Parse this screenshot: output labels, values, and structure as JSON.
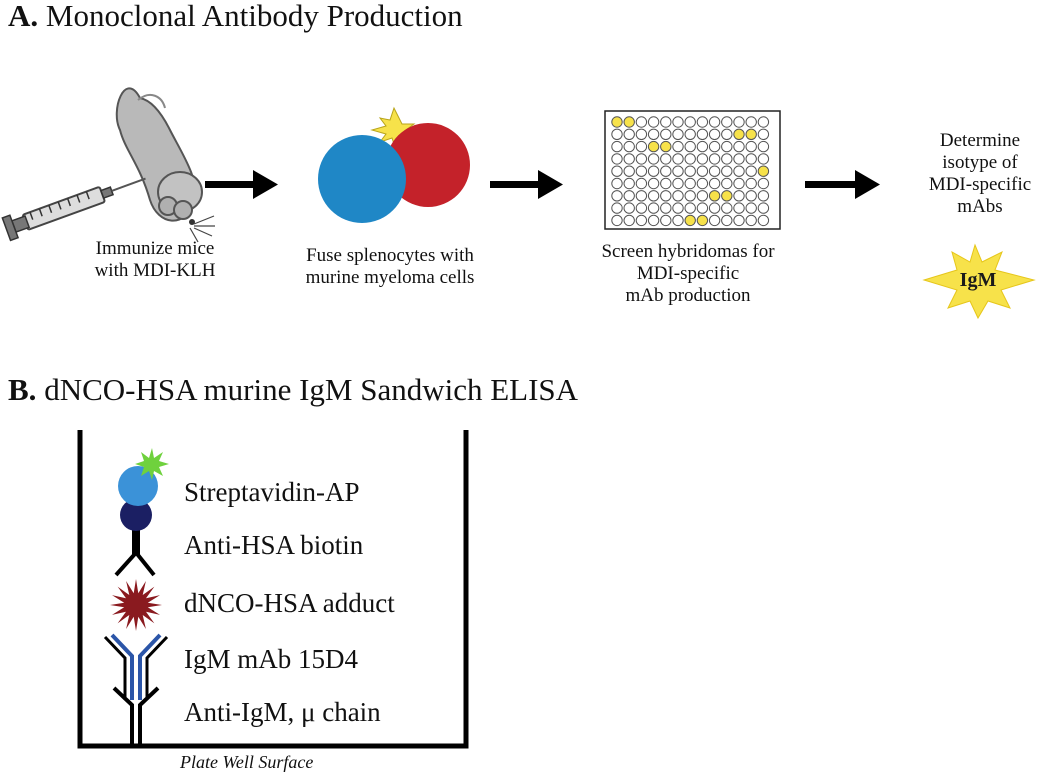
{
  "panel_a": {
    "letter": "A.",
    "title": "Monoclonal Antibody Production",
    "steps": [
      {
        "lines": [
          "Immunize mice",
          "with MDI-KLH"
        ]
      },
      {
        "lines": [
          "Fuse splenocytes with",
          "murine myeloma cells"
        ]
      },
      {
        "lines": [
          "Screen hybridomas for",
          "MDI-specific",
          "mAb production"
        ]
      },
      {
        "lines": [
          "Determine",
          "isotype of",
          "MDI-specific",
          "mAbs"
        ]
      }
    ],
    "badge": "IgM"
  },
  "panel_b": {
    "letter": "B.",
    "title": "dNCO-HSA murine IgM Sandwich ELISA",
    "layers": [
      "Streptavidin-AP",
      "Anti-HSA biotin",
      "dNCO-HSA adduct",
      "IgM mAb 15D4",
      "Anti-IgM, μ chain"
    ],
    "surface": "Plate Well Surface"
  },
  "colors": {
    "blue_cell": "#1f87c6",
    "red_cell": "#c4222a",
    "yellow": "#f7e24a",
    "navy": "#1b1f63",
    "maroon": "#8a1a1f",
    "igm_blue": "#2b55a8",
    "green_star": "#6fd13d"
  }
}
